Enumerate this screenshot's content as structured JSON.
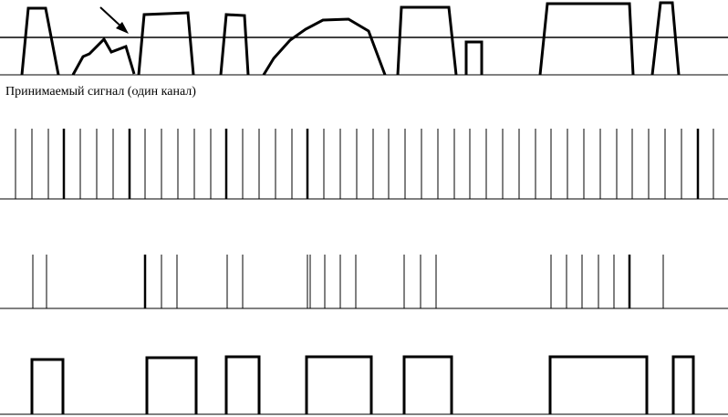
{
  "caption": "Принимаемый сигнал (один канал)",
  "colors": {
    "stroke": "#000000",
    "background": "#ffffff"
  },
  "panels": [
    {
      "name": "received-signal",
      "content": "analog pulses with noise, threshold line, arrow marking a distorted pulse"
    },
    {
      "name": "sampling-strobes",
      "content": "regular vertical clock lines"
    },
    {
      "name": "selected-strobes",
      "content": "groups of vertical lines where signal is present"
    },
    {
      "name": "restored-signal",
      "content": "rectangular pulses"
    }
  ]
}
